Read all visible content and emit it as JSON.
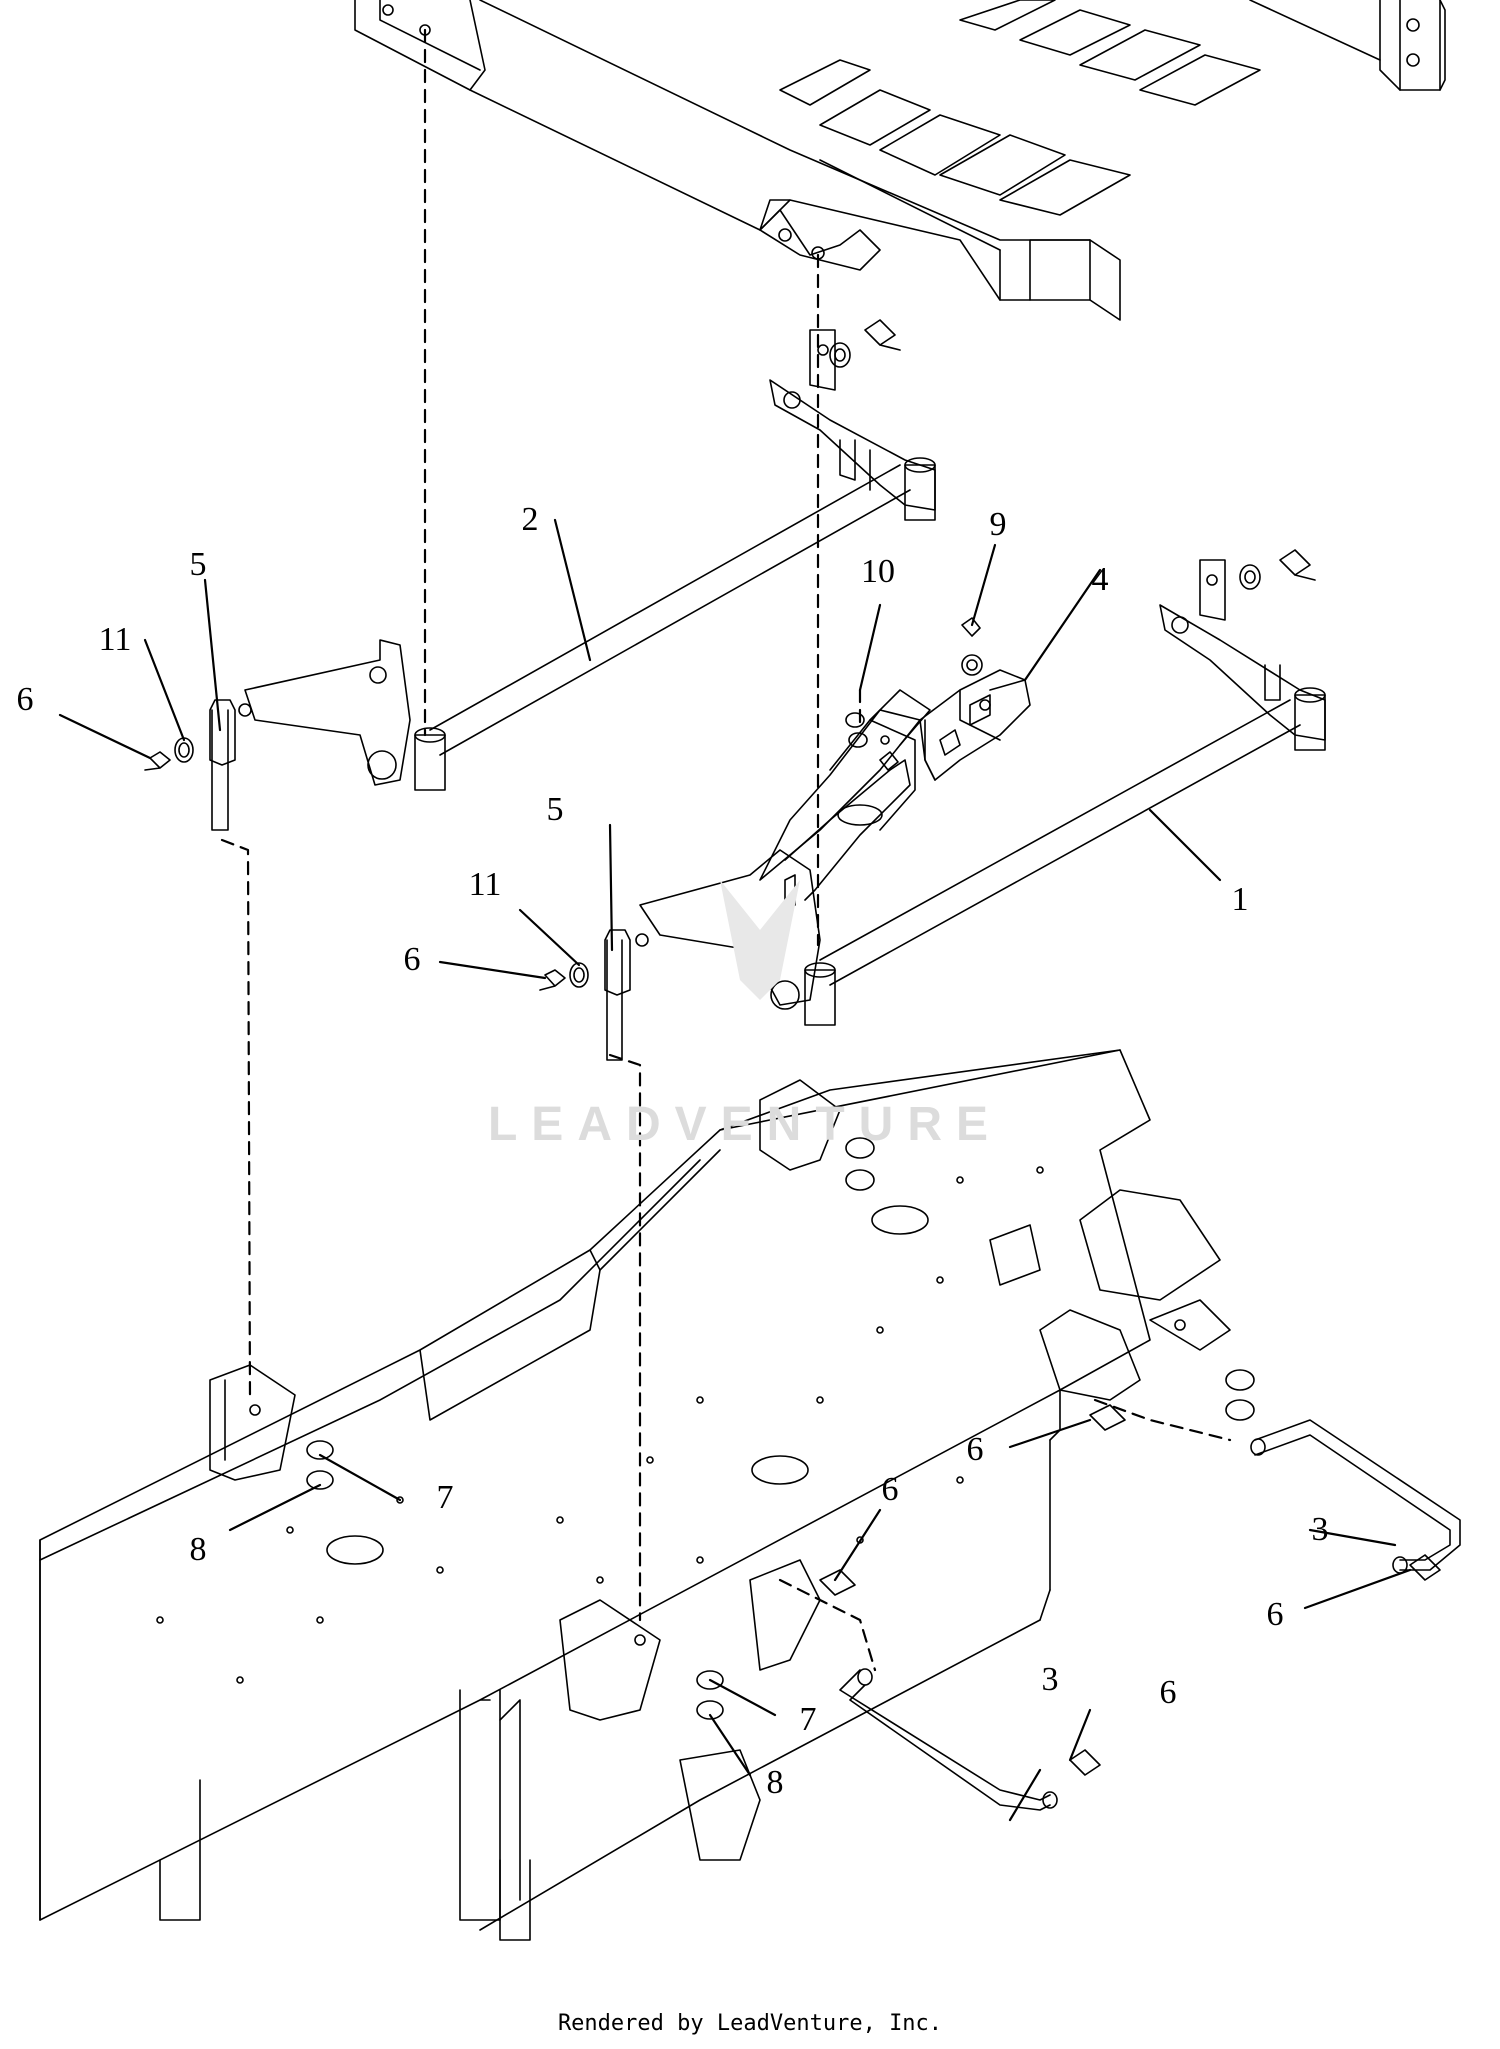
{
  "callouts": [
    {
      "id": "c1",
      "text": "1"
    },
    {
      "id": "c2",
      "text": "2"
    },
    {
      "id": "c3a",
      "text": "3"
    },
    {
      "id": "c3b",
      "text": "3"
    },
    {
      "id": "c4",
      "text": "4"
    },
    {
      "id": "c5a",
      "text": "5"
    },
    {
      "id": "c5b",
      "text": "5"
    },
    {
      "id": "c6a",
      "text": "6"
    },
    {
      "id": "c6b",
      "text": "6"
    },
    {
      "id": "c6c",
      "text": "6"
    },
    {
      "id": "c6d",
      "text": "6"
    },
    {
      "id": "c6e",
      "text": "6"
    },
    {
      "id": "c6f",
      "text": "6"
    },
    {
      "id": "c7a",
      "text": "7"
    },
    {
      "id": "c7b",
      "text": "7"
    },
    {
      "id": "c8a",
      "text": "8"
    },
    {
      "id": "c8b",
      "text": "8"
    },
    {
      "id": "c9",
      "text": "9"
    },
    {
      "id": "c10",
      "text": "10"
    },
    {
      "id": "c11a",
      "text": "11"
    },
    {
      "id": "c11b",
      "text": "11"
    }
  ],
  "watermark": "LEADVENTURE",
  "footer": "Rendered by LeadVenture, Inc.",
  "colors": {
    "line": "#000000",
    "background": "#ffffff",
    "watermark": "#dcdcdc"
  }
}
